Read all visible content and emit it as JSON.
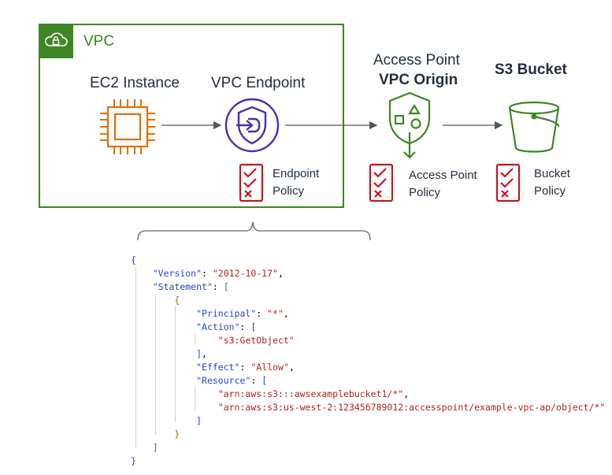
{
  "vpc": {
    "label": "VPC",
    "color": "#3f8624",
    "icon": "cloud-lock-icon"
  },
  "ec2": {
    "title": "EC2 Instance",
    "icon": "ec2-chip-icon",
    "color": "#e07000"
  },
  "vpc_endpoint": {
    "title": "VPC Endpoint",
    "icon": "vpc-endpoint-shield-icon",
    "color": "#4a2ea8"
  },
  "endpoint_policy": {
    "line1": "Endpoint",
    "line2": "Policy",
    "icon": "policy-checklist-icon"
  },
  "access_point": {
    "title": "Access Point",
    "subtitle": "VPC Origin",
    "icon": "access-point-shield-icon",
    "color": "#3f8624"
  },
  "access_point_policy": {
    "line1": "Access Point",
    "line2": "Policy",
    "icon": "policy-checklist-icon"
  },
  "s3": {
    "title": "S3 Bucket",
    "icon": "s3-bucket-icon",
    "color": "#3f8624"
  },
  "bucket_policy": {
    "line1": "Bucket",
    "line2": "Policy",
    "icon": "policy-checklist-icon"
  },
  "policy_color": "#c7131f",
  "json_policy": {
    "open_brace": "{",
    "version_key": "\"Version\"",
    "version_value": "\"2012-10-17\"",
    "statement_key": "\"Statement\"",
    "stmt_open": "{",
    "principal_key": "\"Principal\"",
    "principal_value": "\"*\"",
    "action_key": "\"Action\"",
    "action_value": "\"s3:GetObject\"",
    "effect_key": "\"Effect\"",
    "effect_value": "\"Allow\"",
    "resource_key": "\"Resource\"",
    "resource_1": "\"arn:aws:s3:::awsexamplebucket1/*\"",
    "resource_2": "\"arn:aws:s3:us-west-2:123456789012:accesspoint/example-vpc-ap/object/*\"",
    "stmt_close": "}",
    "close_brace": "}"
  }
}
